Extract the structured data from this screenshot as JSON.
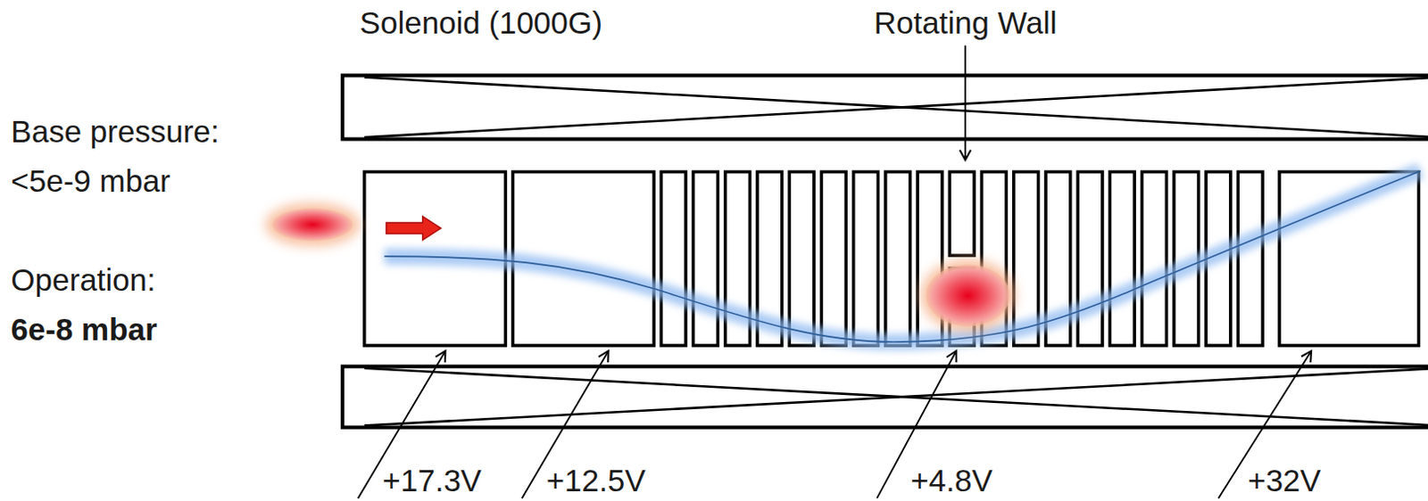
{
  "diagram": {
    "labels": [
      "Solenoid (1000G)",
      "Rotating Wall",
      "Base pressure:",
      "<5e-9 mbar",
      "Operation:",
      "6e-8 mbar",
      "+17.3V",
      "+12.5V",
      "+4.8V",
      "+32V"
    ]
  }
}
